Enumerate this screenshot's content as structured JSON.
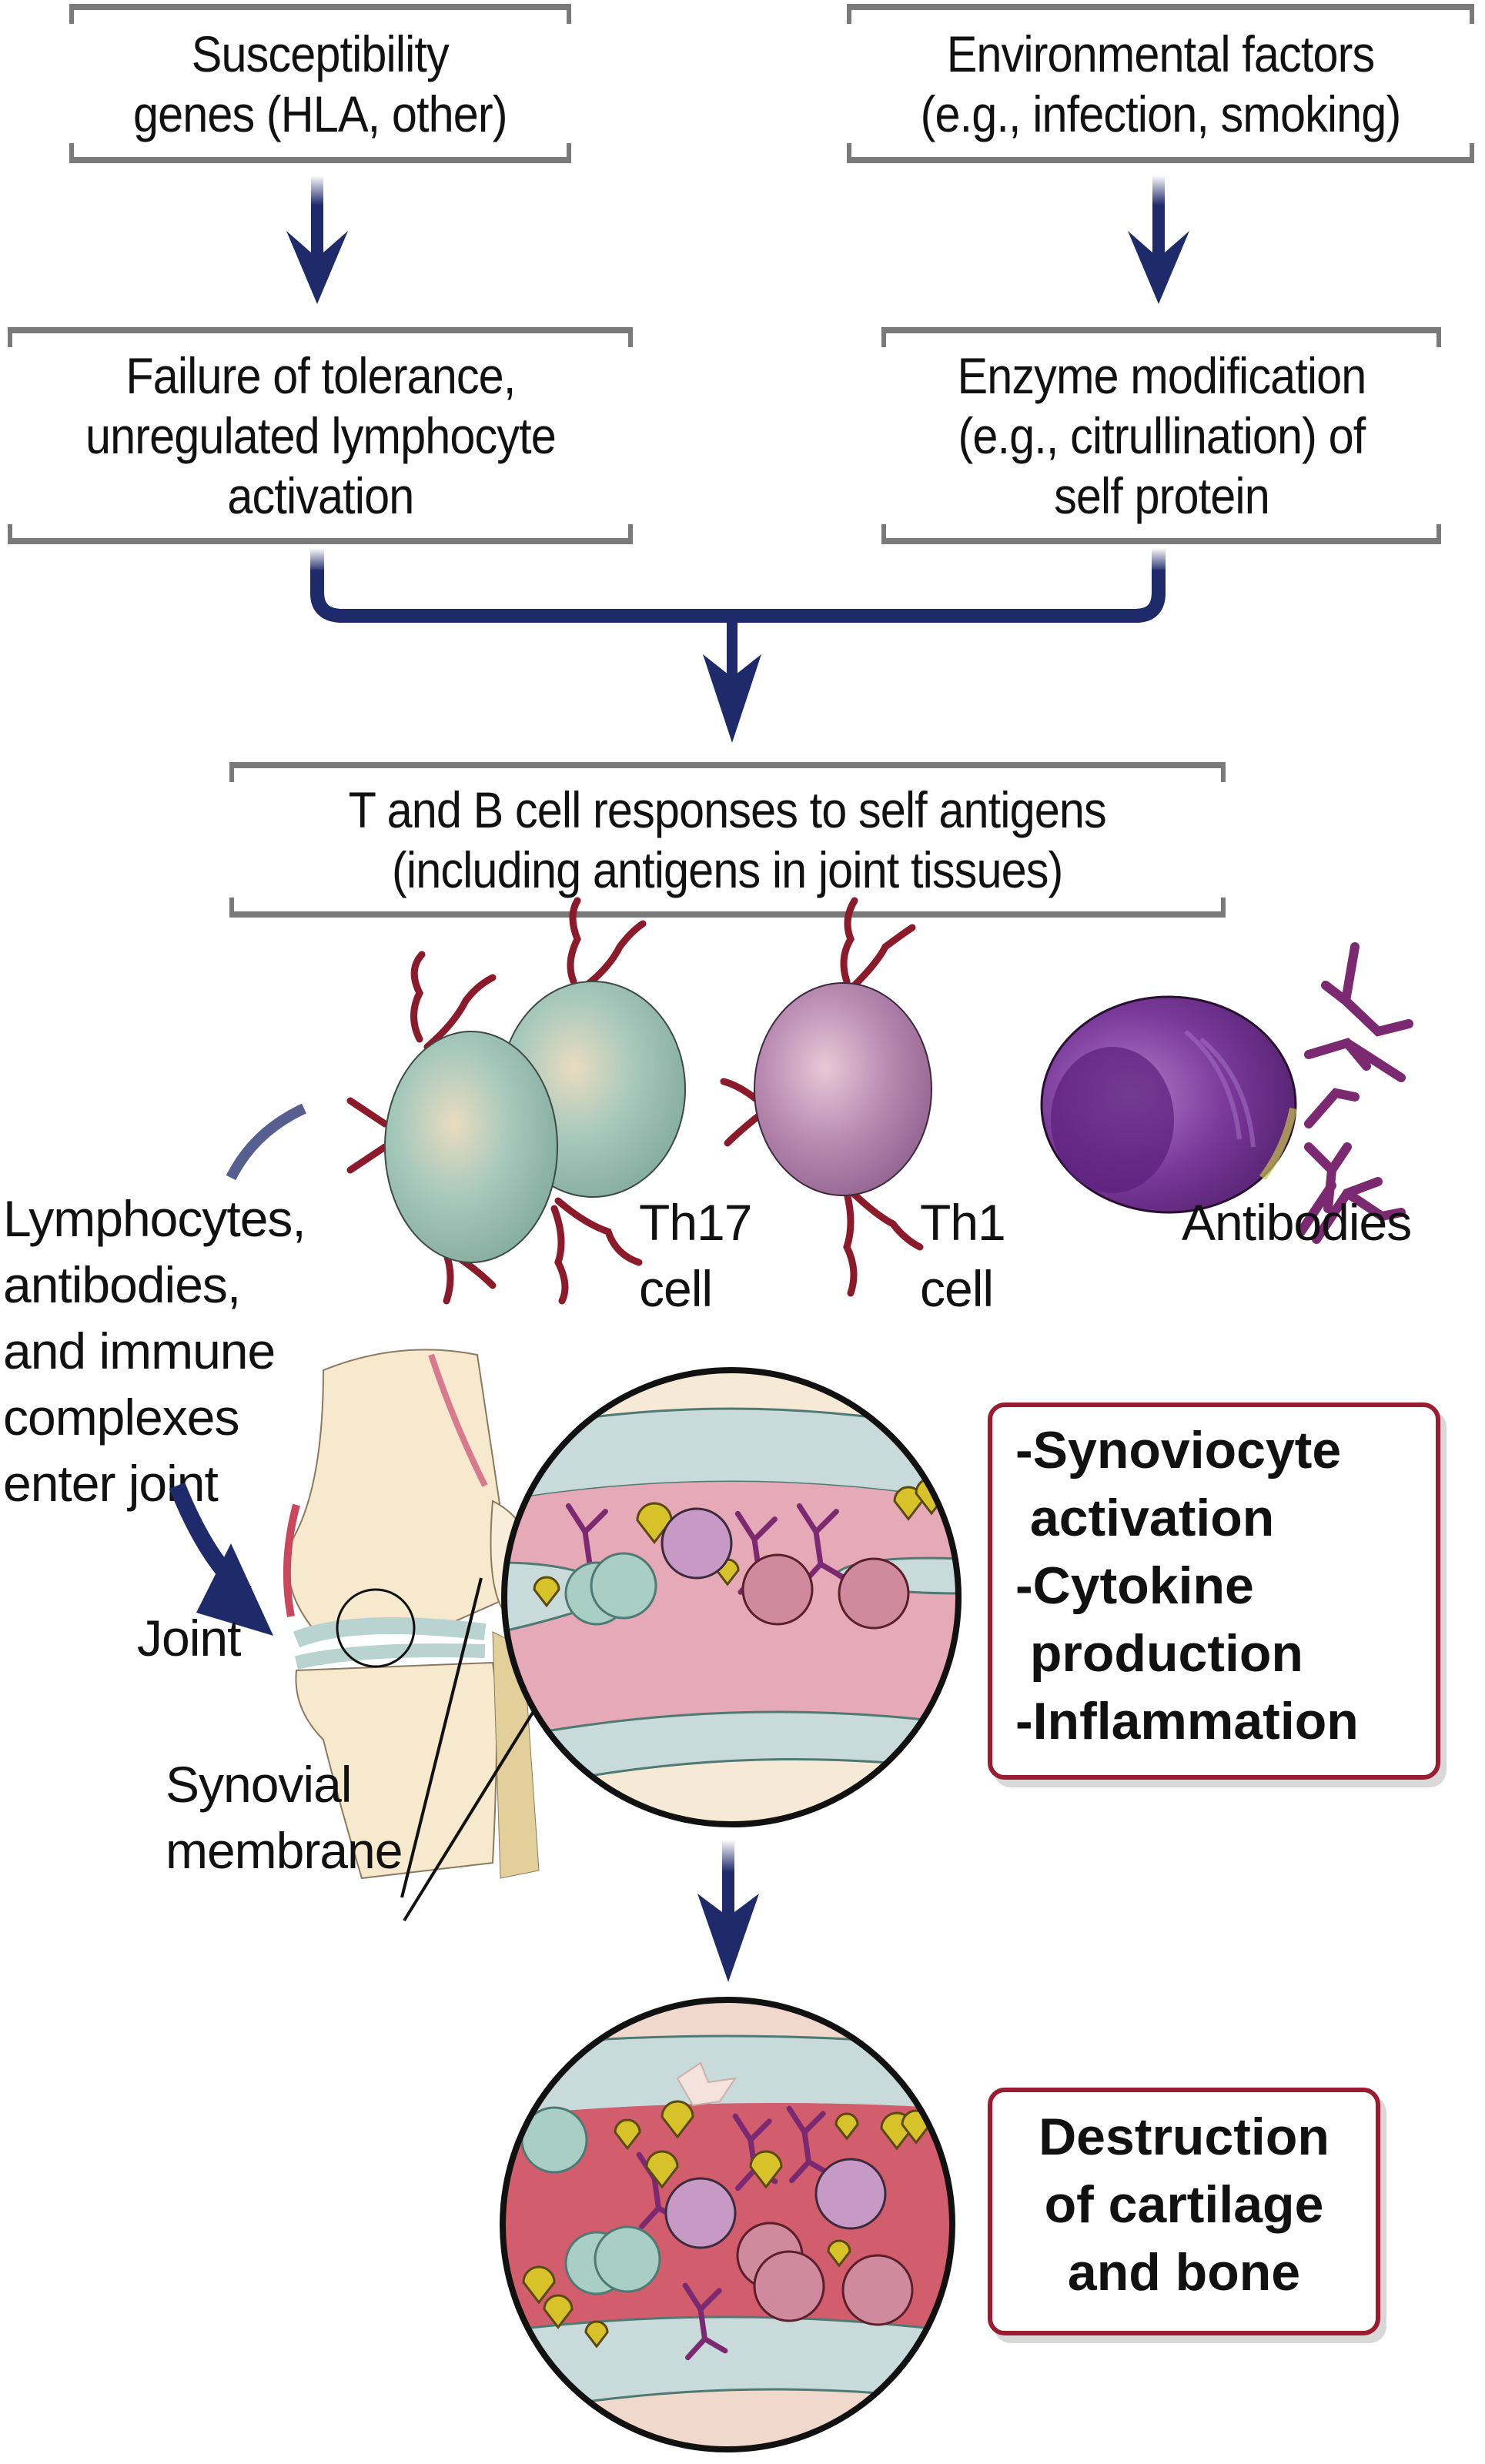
{
  "colors": {
    "arrow": "#1f2a6b",
    "box_border": "#7a7a7a",
    "outcome_border": "#9b1b30",
    "receptor": "#8b1a2a",
    "cell_green": "#9fc4b8",
    "cell_pink": "#b07aa6",
    "plasma_cell": "#6a2a8a",
    "antibody": "#7b2a72",
    "synovium": "#e6a9b8",
    "cartilage": "#c9dada",
    "bone": "#f5ead5",
    "immune_complex": "#d8c22a"
  },
  "top_boxes": {
    "genes": [
      "Susceptibility",
      "genes (HLA, other)"
    ],
    "environment": [
      "Environmental factors",
      "(e.g., infection, smoking)"
    ]
  },
  "middle_boxes": {
    "tolerance": [
      "Failure of tolerance,",
      "unregulated lymphocyte",
      "activation"
    ],
    "enzyme": [
      "Enzyme modification",
      "(e.g., citrullination) of",
      "self protein"
    ]
  },
  "response_box": [
    "T and B cell responses to self antigens",
    "(including antigens in joint tissues)"
  ],
  "cell_labels": {
    "th17": [
      "Th17",
      "cell"
    ],
    "th1": [
      "Th1",
      "cell"
    ],
    "antibodies": "Antibodies"
  },
  "entry_text": [
    "Lymphocytes,",
    "antibodies,",
    "and immune",
    "complexes",
    "enter joint"
  ],
  "joint_labels": {
    "joint": "Joint",
    "synovial": [
      "Synovial",
      "membrane"
    ]
  },
  "outcome_boxes": {
    "inflammation": [
      "-Synoviocyte",
      " activation",
      "-Cytokine",
      " production",
      "-Inflammation"
    ],
    "destruction": [
      "Destruction",
      "of cartilage",
      "and bone"
    ]
  }
}
